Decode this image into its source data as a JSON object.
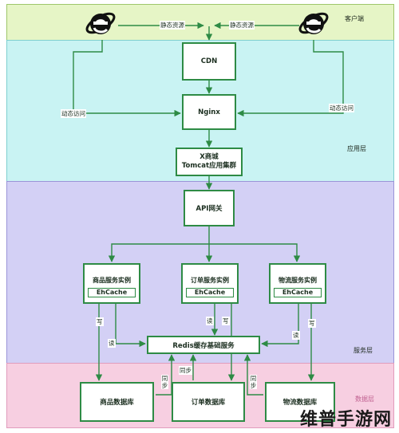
{
  "layers": {
    "client": "客户端",
    "app": "应用层",
    "service": "服务层",
    "data": "数据层"
  },
  "nodes": {
    "cdn": "CDN",
    "nginx": "Nginx",
    "tomcat_line1": "X商城",
    "tomcat_line2": "Tomcat应用集群",
    "api": "API网关",
    "redis": "Redis缓存基础服务",
    "product_instance": "商品服务实例",
    "order_instance": "订单服务实例",
    "logistics_instance": "物流服务实例",
    "ehcache": "EhCache",
    "product_db": "商品数据库",
    "order_db": "订单数据库",
    "logistics_db": "物流数据库"
  },
  "edge_labels": {
    "static_resource": "静态资源",
    "dynamic_access": "动态访问",
    "read": "读",
    "write": "写",
    "sync": "同步"
  },
  "watermark": "维普手游网",
  "colors": {
    "line": "#2e8b45",
    "client_bg": "#e6f5c6",
    "app_bg": "#c9f3f3",
    "service_bg": "#d3d0f5",
    "data_bg": "#f7cfe1"
  },
  "icons": [
    "ie-browser-icon",
    "ie-browser-icon"
  ]
}
